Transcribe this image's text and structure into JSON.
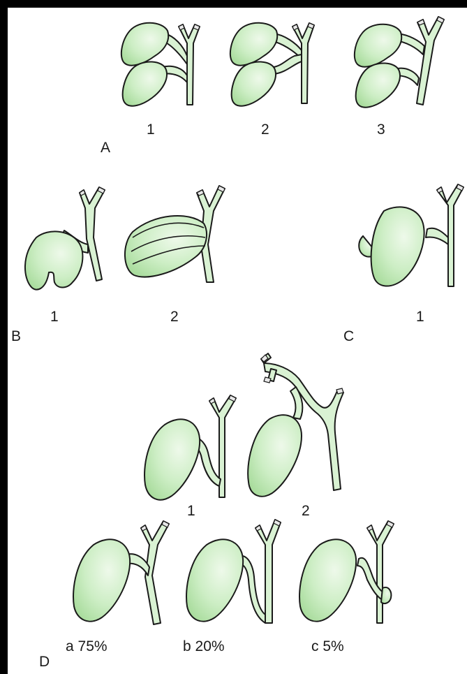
{
  "colors": {
    "organ_fill": "#c7ecbf",
    "organ_highlight": "#e9f8e4",
    "outline": "#1a1a1a",
    "frame": "#000000"
  },
  "panels": {
    "A": {
      "letter": "A",
      "variants": [
        "1",
        "2",
        "3"
      ]
    },
    "B": {
      "letter": "B",
      "variants": [
        "1",
        "2"
      ]
    },
    "C": {
      "letter": "C",
      "variants": [
        "1"
      ]
    },
    "D": {
      "letter": "D",
      "variants": [
        "1",
        "2"
      ],
      "types": [
        "a 75%",
        "b 20%",
        "c 5%"
      ]
    }
  }
}
